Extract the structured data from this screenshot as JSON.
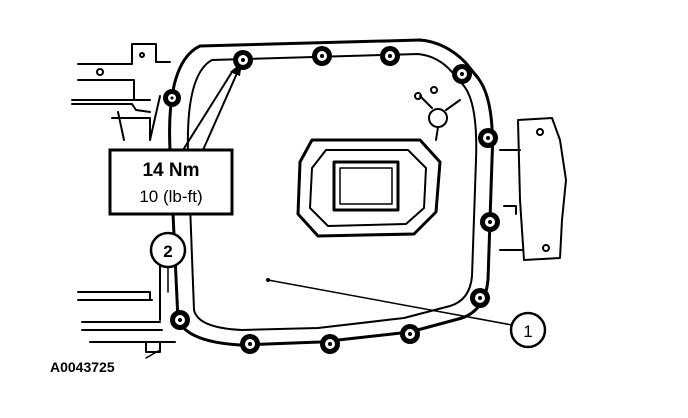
{
  "torque_label": {
    "primary": "14 Nm",
    "secondary": "10 (lb-ft)"
  },
  "callouts": [
    {
      "number": "1"
    },
    {
      "number": "2"
    }
  ],
  "figure_id": "A0043725",
  "colors": {
    "ink": "#000000",
    "paper": "#ffffff"
  }
}
